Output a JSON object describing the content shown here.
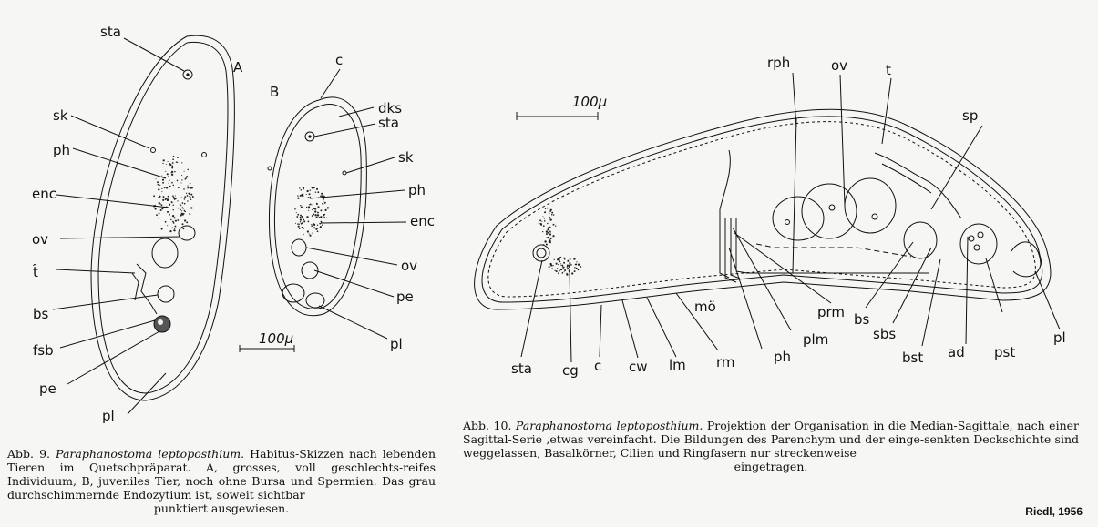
{
  "fig9": {
    "panel_A": "A",
    "panel_B": "B",
    "labels_A": [
      "sta",
      "sk",
      "ph",
      "enc",
      "ov",
      "t̂",
      "bs",
      "fsb",
      "pe",
      "pl"
    ],
    "labels_B": [
      "c",
      "dks",
      "sta",
      "sk",
      "ph",
      "enc",
      "ov",
      "pe",
      "pl"
    ],
    "scale": "100µ",
    "caption_num": "Abb. 9.",
    "caption_species": "Paraphanostoma leptoposthium.",
    "caption_text": "Habitus-Skizzen nach lebenden Tieren im Quetschpräparat. A, grosses, voll geschlechts-reifes Individuum, B, juveniles Tier, noch ohne Bursa und Spermien. Das grau durchschimmernde Endozytium ist, soweit sichtbar",
    "caption_last": "punktiert ausgewiesen."
  },
  "fig10": {
    "labels_top": [
      "rph",
      "ov",
      "t",
      "sp"
    ],
    "labels_bottom": [
      "sta",
      "cg",
      "c",
      "cw",
      "lm",
      "rm",
      "mö",
      "ph",
      "plm",
      "prm",
      "bs",
      "sbs",
      "bst",
      "ad",
      "pst",
      "pl"
    ],
    "scale": "100µ",
    "caption_num": "Abb. 10.",
    "caption_species": "Paraphanostoma leptoposthium.",
    "caption_text": "Projektion der Organisation in die Median-Sagittale, nach einer Sagittal-Serie ,etwas vereinfacht. Die Bildungen des Parenchym und der einge-senkten Deckschichte sind weggelassen, Basalkörner, Cilien und Ringfasern nur streckenweise",
    "caption_last": "eingetragen."
  },
  "credit": "Riedl, 1956"
}
